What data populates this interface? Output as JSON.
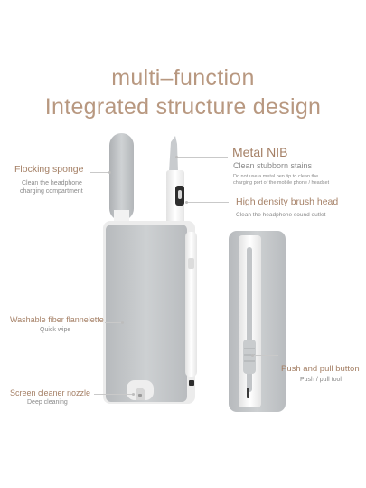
{
  "title": {
    "line1": "multi–function",
    "line2": "Integrated structure design"
  },
  "callouts": {
    "flocking": {
      "title": "Flocking sponge",
      "desc1": "Clean the headphone",
      "desc2": "charging compartment"
    },
    "metal_nib": {
      "title": "Metal NIB",
      "desc": "Clean stubborn stains",
      "note1": "Do not use a metal pen tip to clean the",
      "note2": "charging port of the mobile phone / headset"
    },
    "brush": {
      "title": "High density brush head",
      "desc": "Clean the headphone sound outlet"
    },
    "fiber": {
      "title": "Washable fiber flannelette",
      "desc": "Quick wipe"
    },
    "nozzle": {
      "title": "Screen cleaner nozzle",
      "desc": "Deep cleaning"
    },
    "push_pull": {
      "title": "Push and pull button",
      "desc": "Push / pull tool"
    }
  },
  "colors": {
    "accent": "#b89880",
    "body_gray": "#c3c6c8",
    "trim_white": "#f4f4f4"
  }
}
